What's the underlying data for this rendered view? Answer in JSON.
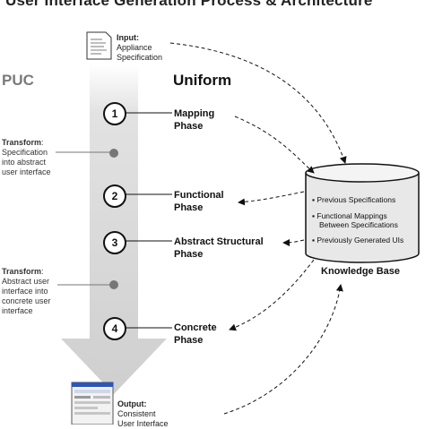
{
  "title": "User Interface Generation Process & Architecture",
  "columns": {
    "left": "PUC",
    "right": "Uniform"
  },
  "input": {
    "label": "Input:",
    "text_line1": "Appliance",
    "text_line2": "Specification"
  },
  "phases": [
    {
      "number": "1",
      "line1": "Mapping",
      "line2": "Phase"
    },
    {
      "number": "2",
      "line1": "Functional",
      "line2": "Phase"
    },
    {
      "number": "3",
      "line1": "Abstract Structural",
      "line2": "Phase"
    },
    {
      "number": "4",
      "line1": "Concrete",
      "line2": "Phase"
    }
  ],
  "transforms": [
    {
      "label": "Transform",
      "lines": [
        ": Specification",
        "into abstract",
        "user interface"
      ]
    },
    {
      "label": "Transform",
      "lines": [
        ": Abstract user",
        "interface into",
        "concrete user",
        "interface"
      ]
    }
  ],
  "knowledge_base": {
    "label": "Knowledge Base",
    "items": [
      "Previous Specifications",
      "Functional Mappings",
      "Between Specifications",
      "Previously Generated UIs"
    ]
  },
  "output": {
    "label": "Output:",
    "line1": "Consistent",
    "line2": "User Interface"
  },
  "colors": {
    "arrow": "#d6d6d6",
    "cylinder": "#e6e6e6",
    "stroke": "#111111"
  }
}
